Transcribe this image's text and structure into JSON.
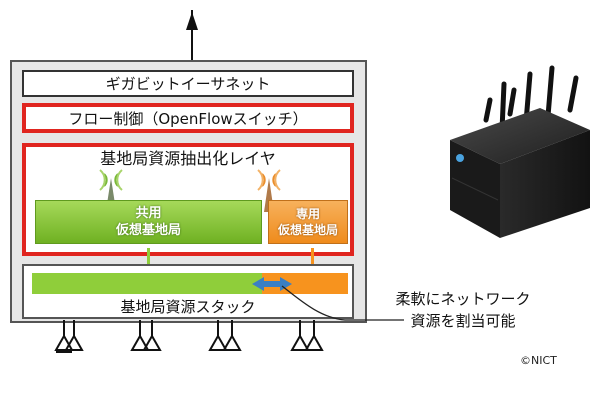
{
  "ethernet_label": "ギガビットイーサネット",
  "flow_label": "フロー制御（OpenFlowスイッチ）",
  "abstraction_label": "基地局資源抽出化レイヤ",
  "shared_bs": {
    "line1": "共用",
    "line2": "仮想基地局"
  },
  "dedicated_bs": {
    "line1": "専用",
    "line2": "仮想基地局"
  },
  "stack_label": "基地局資源スタック",
  "callout": {
    "line1": "柔軟にネットワーク",
    "line2": "資源を割当可能"
  },
  "credit": "©NICT",
  "colors": {
    "frame_red": "#e0251f",
    "shared_green": "#8fce3a",
    "dedicated_orange": "#f7931e",
    "arrow_blue": "#3a7fc4"
  }
}
